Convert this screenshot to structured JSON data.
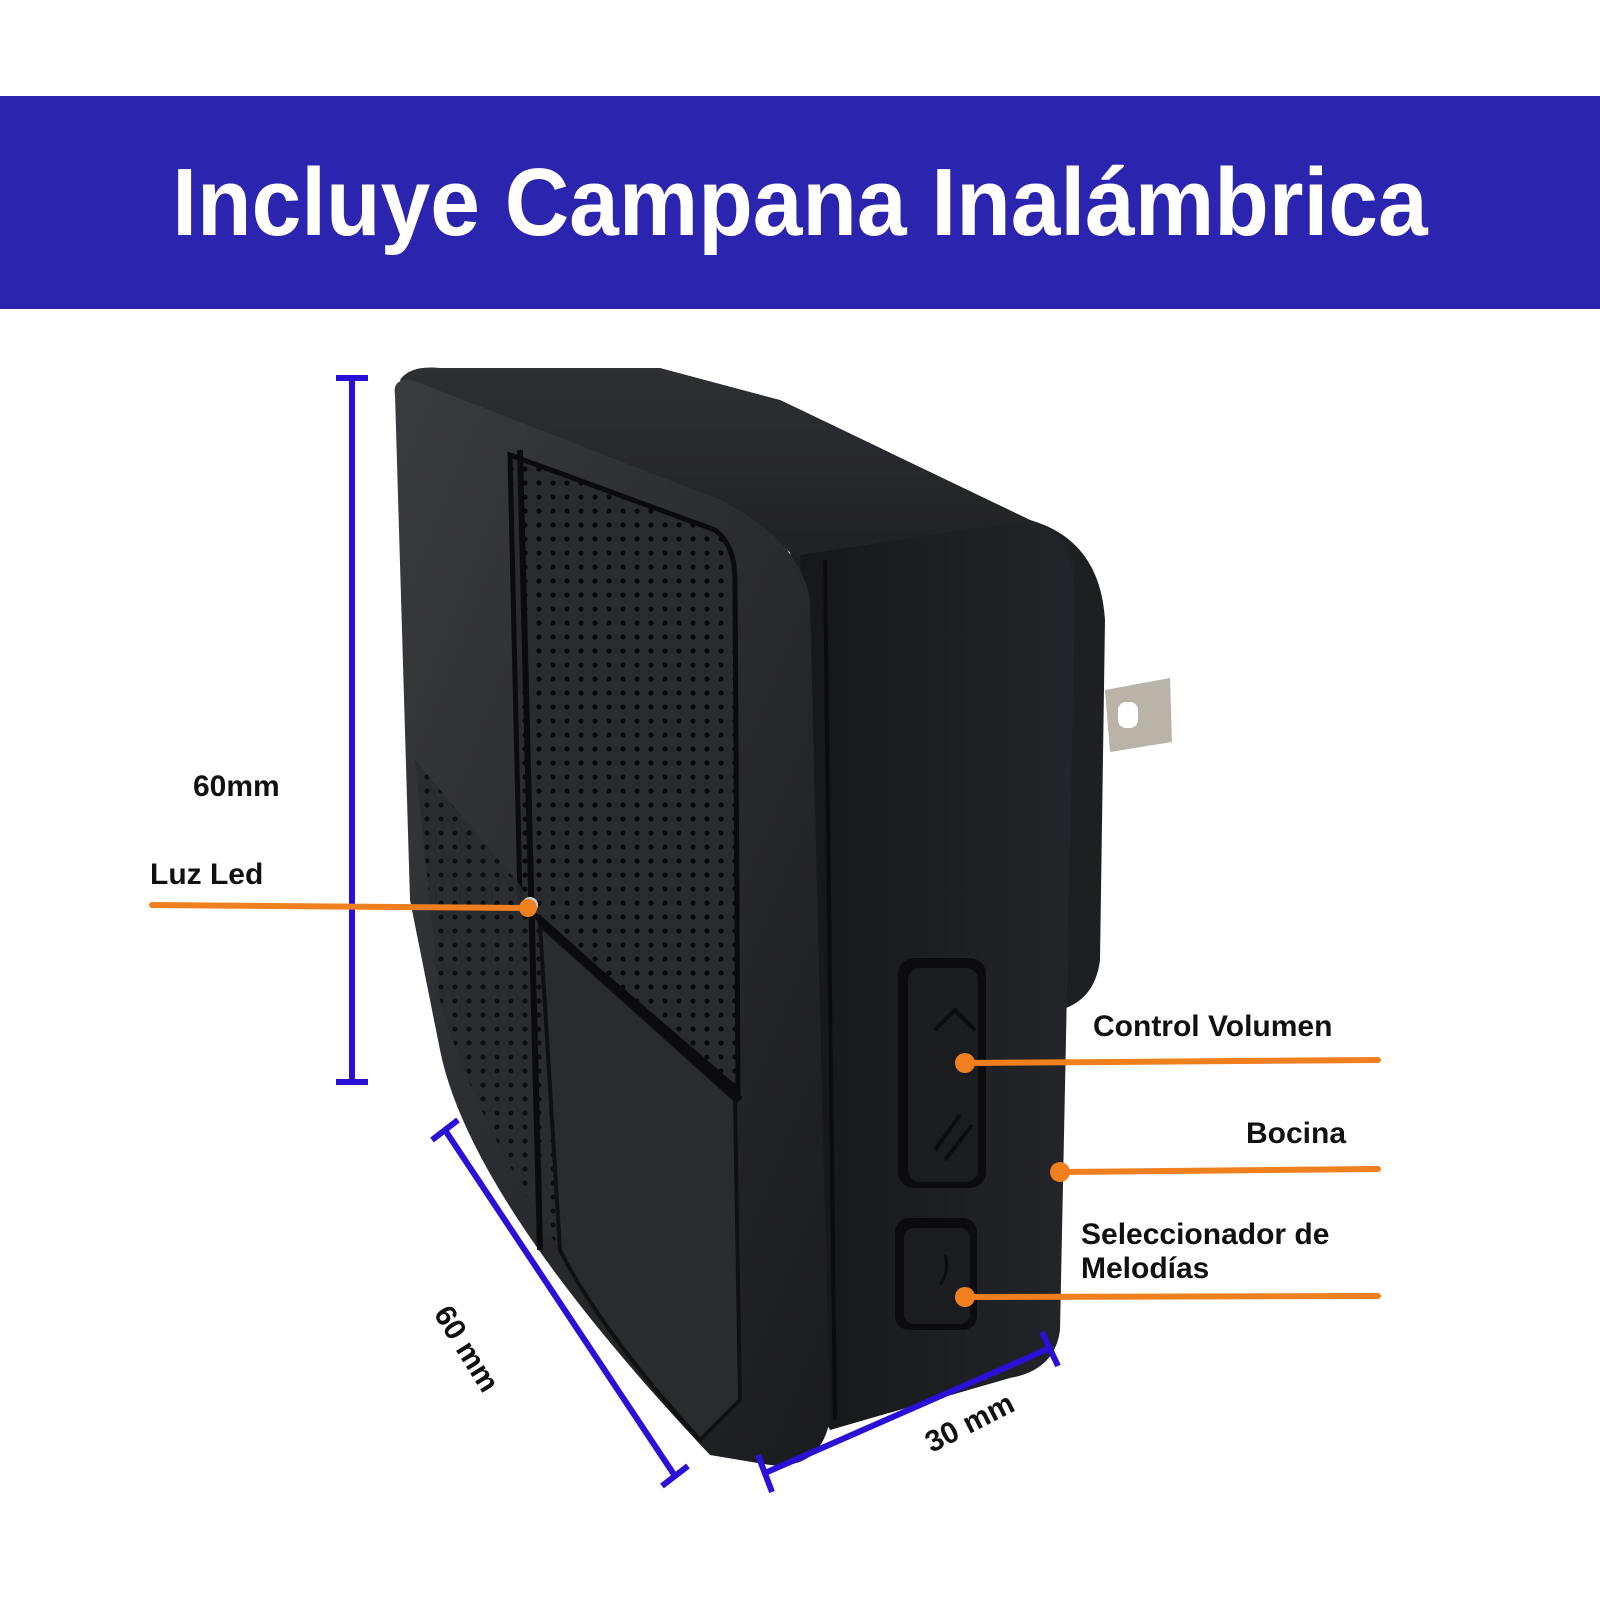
{
  "banner": {
    "title": "Incluye Campana Inalámbrica",
    "background_color": "#2b24ae",
    "text_color": "#ffffff"
  },
  "product": {
    "name": "wireless-doorbell-receiver",
    "body_color": "#1c1d20",
    "plug_color": "#b9b3a8"
  },
  "dimensions": {
    "height": "60mm",
    "depth": "60 mm",
    "width": "30 mm",
    "line_color": "#2a0fd6"
  },
  "callouts": {
    "line_color": "#f07f1e",
    "led": "Luz Led",
    "volume": "Control Volumen",
    "speaker": "Bocina",
    "melody_line1": "Seleccionador de",
    "melody_line2": "Melodías"
  }
}
